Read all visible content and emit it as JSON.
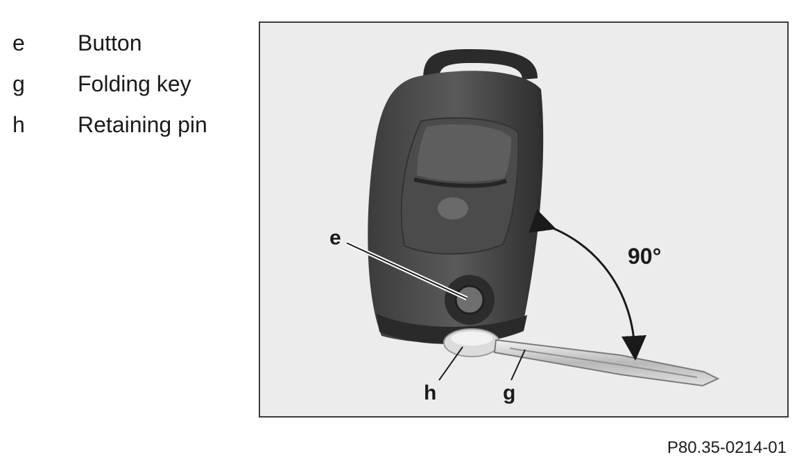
{
  "legend": [
    {
      "key": "e",
      "label": "Button"
    },
    {
      "key": "g",
      "label": "Folding key"
    },
    {
      "key": "h",
      "label": "Retaining pin"
    }
  ],
  "figure": {
    "callouts": {
      "e": "e",
      "h": "h",
      "g": "g"
    },
    "angle": "90°",
    "code": "P80.35-0214-01"
  }
}
